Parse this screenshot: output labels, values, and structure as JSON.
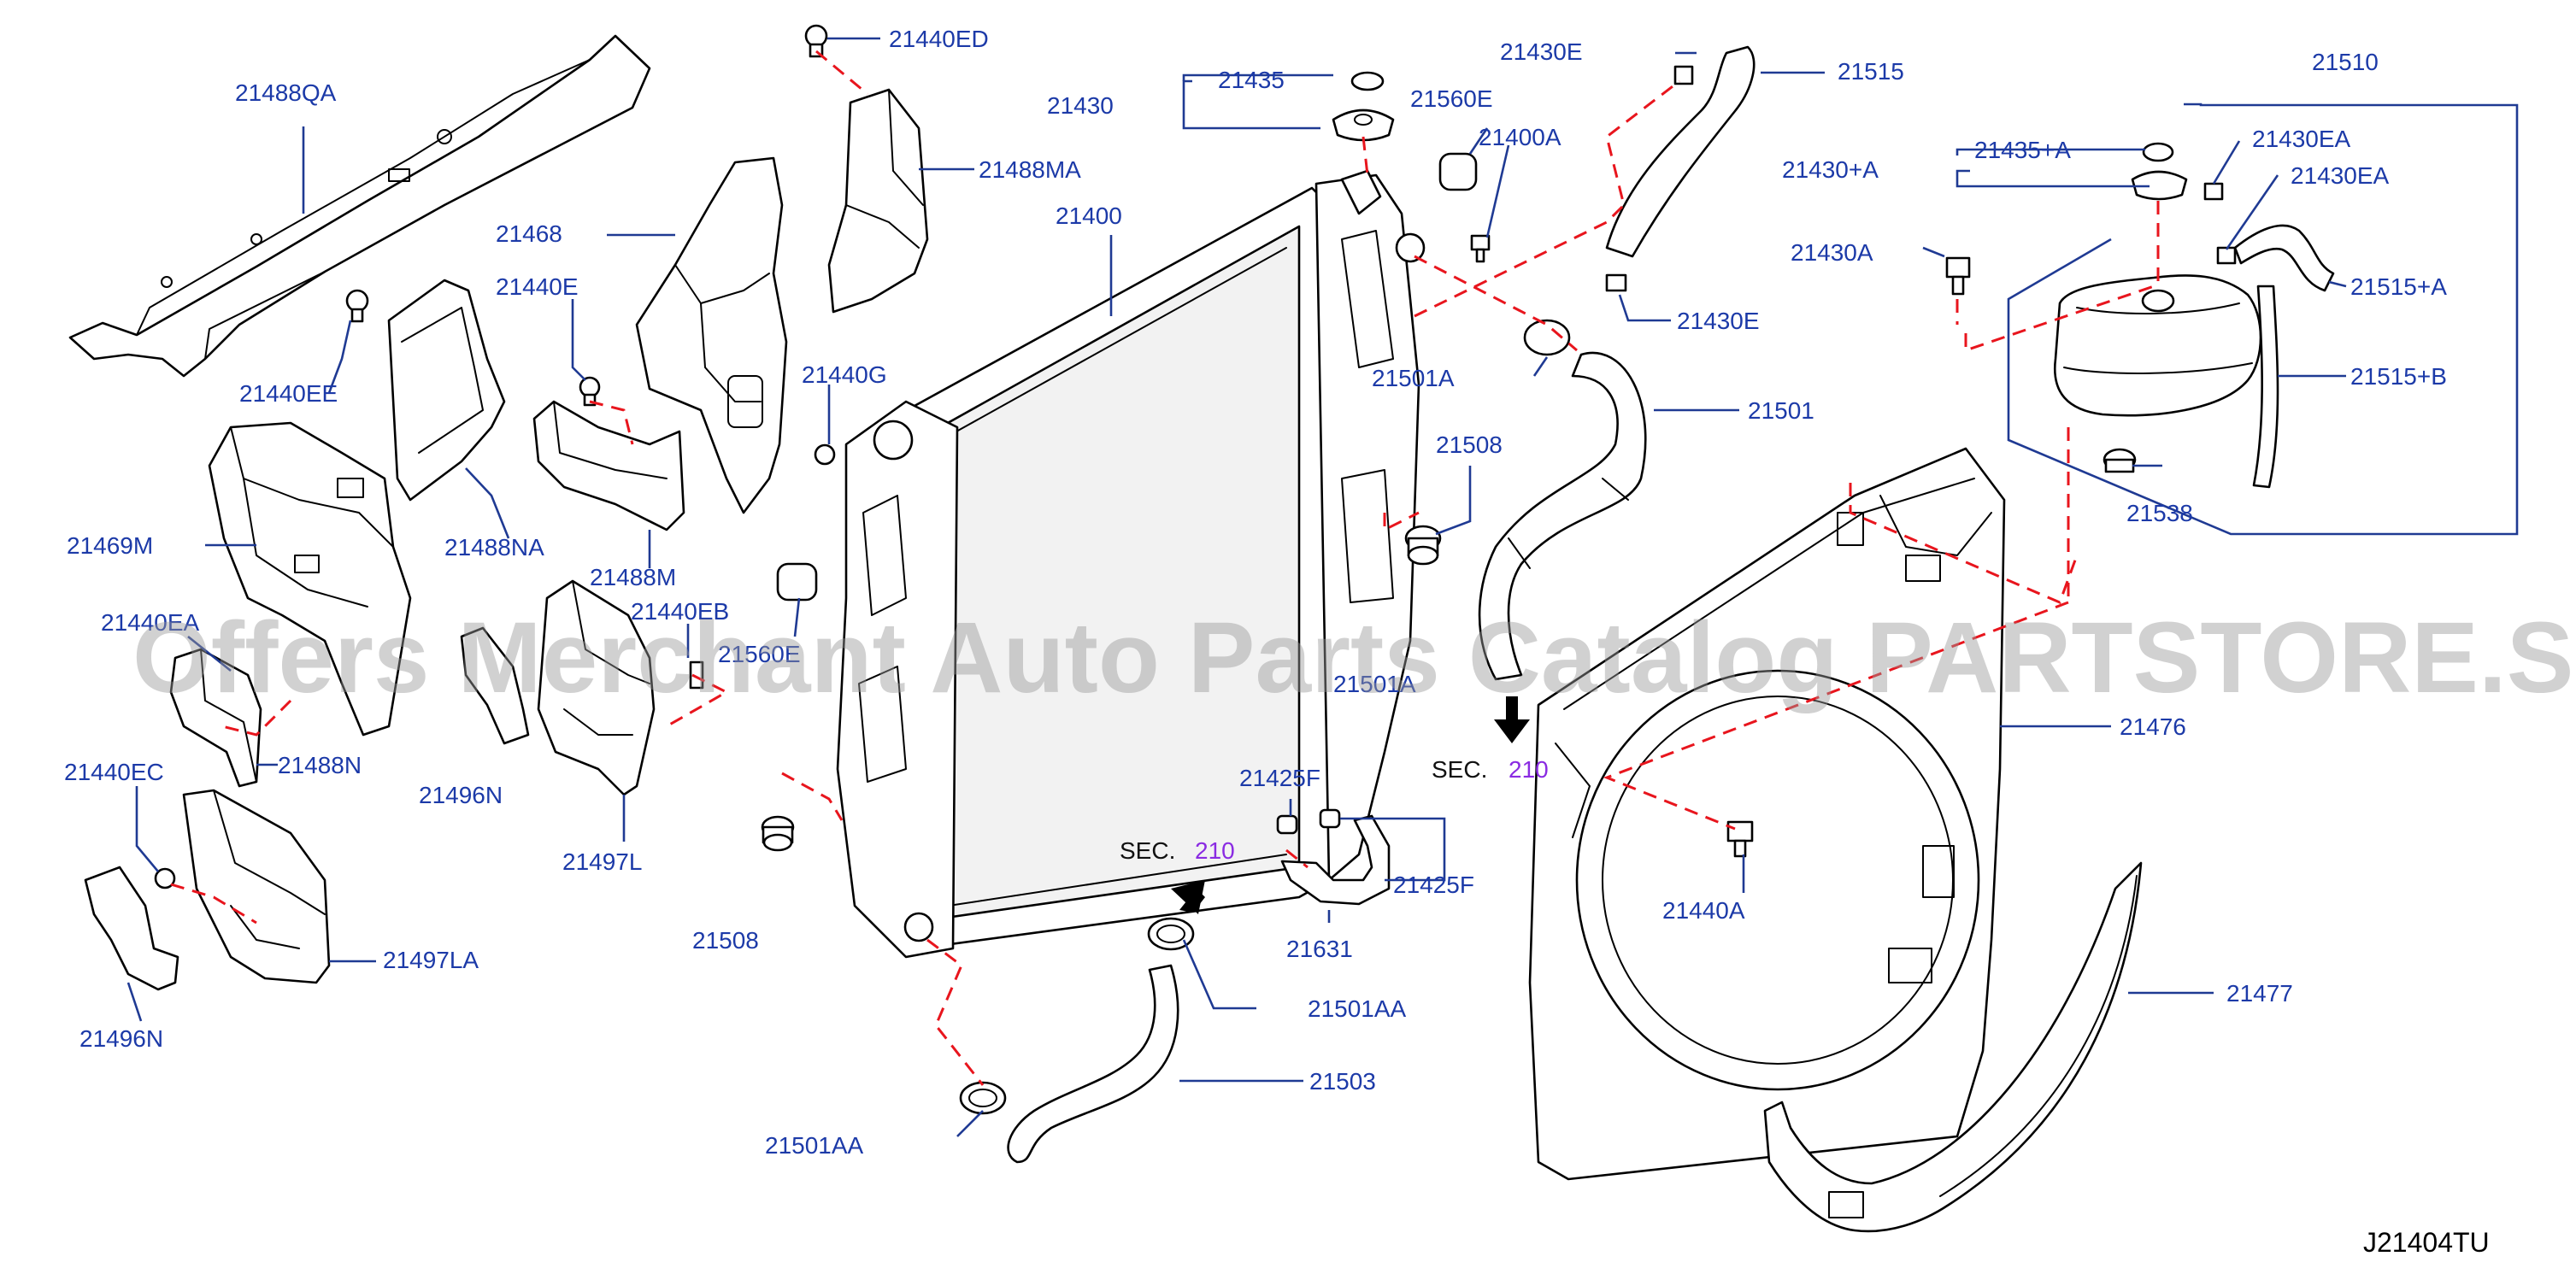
{
  "labels": {
    "l21488QA": "21488QA",
    "l21440EE": "21440EE",
    "l21469M": "21469M",
    "l21440EA": "21440EA",
    "l21488N": "21488N",
    "l21440EC": "21440EC",
    "l21496N_a": "21496N",
    "l21496N_b": "21496N",
    "l21497LA": "21497LA",
    "l21488NA": "21488NA",
    "l21440E_a": "21440E",
    "l21468": "21468",
    "l21488M": "21488M",
    "l21440EB": "21440EB",
    "l21560E_b": "21560E",
    "l21497L": "21497L",
    "l21440ED": "21440ED",
    "l21488MA": "21488MA",
    "l21440G": "21440G",
    "l21435": "21435",
    "l21430": "21430",
    "l21400": "21400",
    "l21508_a": "21508",
    "l21508_b": "21508",
    "l21560E_a": "21560E",
    "l21400A": "21400A",
    "l21430E_a": "21430E",
    "l21515": "21515",
    "l21430E_b": "21430E",
    "l21501A_a": "21501A",
    "l21501A_b": "21501A",
    "l21501": "21501",
    "l21425F_a": "21425F",
    "l21425F_b": "21425F",
    "l21631": "21631",
    "l21501AA_a": "21501AA",
    "l21501AA_b": "21501AA",
    "l21503": "21503",
    "l21476": "21476",
    "l21440A": "21440A",
    "l21477": "21477",
    "l21510": "21510",
    "l21435A": "21435+A",
    "l21430A_plus": "21430+A",
    "l21430EA_a": "21430EA",
    "l21430EA_b": "21430EA",
    "l21430A": "21430A",
    "l21515A": "21515+A",
    "l21515B": "21515+B",
    "l21538": "21538"
  },
  "sections": {
    "sec_label": "SEC.",
    "sec_left_num": "210",
    "sec_right_num": "210"
  },
  "diagram_code": "J21404TU",
  "watermark": "Offers Merchant Auto Parts Catalog PARTSTORE.SA",
  "colors": {
    "label_blue": "#1c3aa8",
    "dashed_red": "#e8151d",
    "section_purple": "#8a2be2"
  }
}
